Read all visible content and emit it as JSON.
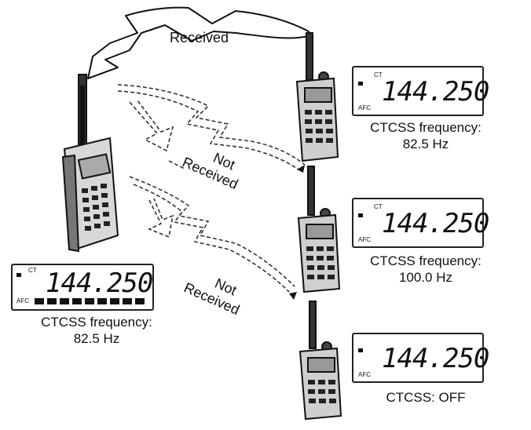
{
  "labels": {
    "received": "Received",
    "not_received_1": [
      "Not",
      "Received"
    ],
    "not_received_2": [
      "Not",
      "Received"
    ]
  },
  "transmitter": {
    "frequency": "144.250",
    "display_marker": "CT",
    "display_sub": "AFC",
    "caption": [
      "CTCSS frequency:",
      "82.5 Hz"
    ]
  },
  "receivers": [
    {
      "frequency": "144.250",
      "display_marker": "CT",
      "display_sub": "AFC",
      "caption": [
        "CTCSS frequency:",
        "82.5 Hz"
      ],
      "result": "received"
    },
    {
      "frequency": "144.250",
      "display_marker": "CT",
      "display_sub": "AFC",
      "caption": [
        "CTCSS frequency:",
        "100.0 Hz"
      ],
      "result": "not-received"
    },
    {
      "frequency": "144.250",
      "display_marker": "",
      "display_sub": "AFC",
      "caption": [
        "CTCSS: OFF"
      ],
      "result": "not-received"
    }
  ]
}
